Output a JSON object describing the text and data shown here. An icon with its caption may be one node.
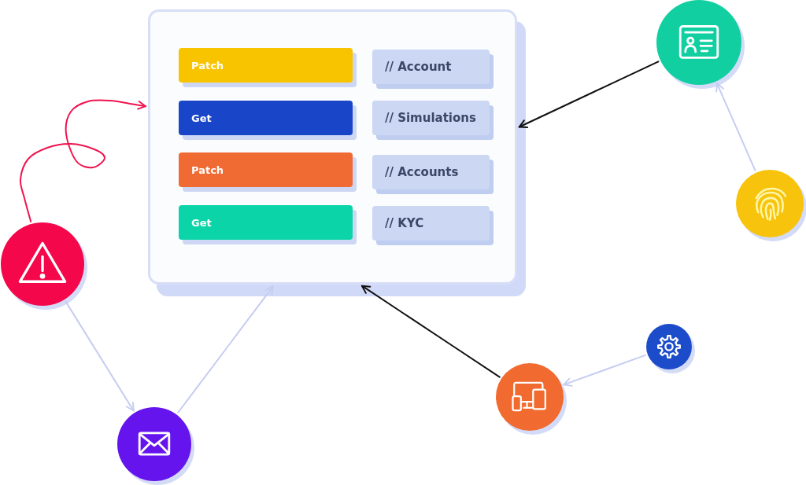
{
  "diagram": {
    "nodes": [
      {
        "text": [],
        "shape": "box"
      },
      {
        "text": [
          "Patch"
        ],
        "in": 0
      },
      {
        "text": [
          "// Account"
        ],
        "in": 0
      },
      {
        "text": [
          "Get"
        ],
        "in": 0
      },
      {
        "text": [
          "// Simulations"
        ],
        "in": 0
      },
      {
        "text": [
          "Patch"
        ],
        "in": 0
      },
      {
        "text": [
          "// Accounts"
        ],
        "in": 0
      },
      {
        "text": [
          "Get"
        ],
        "in": 0
      },
      {
        "text": [
          "// KYC"
        ],
        "in": 0
      },
      {
        "text": [],
        "shape": "circle"
      },
      {
        "text": [],
        "shape": "circle"
      },
      {
        "text": [],
        "shape": "circle"
      },
      {
        "text": [],
        "shape": "circle"
      },
      {
        "text": [],
        "shape": "circle"
      },
      {
        "text": [],
        "shape": "circle"
      }
    ],
    "edges": [
      {
        "from": 10,
        "to": 9,
        "arrow": "to"
      },
      {
        "from": 9,
        "to": 0,
        "arrow": "to",
        "color": "#111111"
      },
      {
        "from": 11,
        "to": 0,
        "arrow": "to",
        "color": "#f0144f"
      },
      {
        "from": 11,
        "to": 14,
        "arrow": "to"
      },
      {
        "from": 14,
        "to": 0,
        "arrow": "to"
      },
      {
        "from": 12,
        "to": 13,
        "arrow": "to"
      },
      {
        "from": 13,
        "to": 0,
        "arrow": "to",
        "color": "#111111"
      }
    ]
  }
}
